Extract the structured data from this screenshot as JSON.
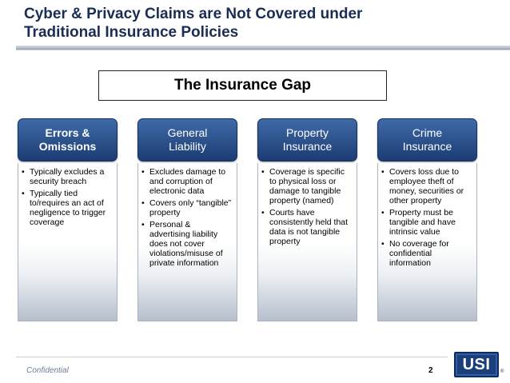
{
  "slide": {
    "title_line1": "Cyber & Privacy Claims are Not Covered under",
    "title_line2": "Traditional Insurance Policies",
    "gap_box": "The Insurance Gap"
  },
  "columns": [
    {
      "header": "Errors &\nOmissions",
      "bullets": [
        "Typically excludes a security breach",
        "Typically tied to/requires an act of negligence to trigger coverage"
      ]
    },
    {
      "header": "General\nLiability",
      "bullets": [
        "Excludes damage to and corruption of electronic data",
        "Covers only “tangible” property",
        "Personal & advertising liability does not cover violations/misuse of private information"
      ]
    },
    {
      "header": "Property\nInsurance",
      "bullets": [
        "Coverage is specific to physical loss or damage to tangible property (named)",
        "Courts have consistently held that data is not tangible property"
      ]
    },
    {
      "header": "Crime\nInsurance",
      "bullets": [
        "Covers loss due to employee theft of money, securities or other property",
        "Property must be tangible and have intrinsic value",
        "No coverage for confidential information"
      ]
    }
  ],
  "footer": {
    "left": "Confidential",
    "page_number": "2",
    "logo_text": "USI",
    "logo_mark": "®"
  },
  "colors": {
    "title": "#1a2e55",
    "header_top": "#3f6aa8",
    "header_bottom": "#1c3c72",
    "footer_text": "#6b7f99",
    "logo_bg": "#1b3f7a"
  }
}
